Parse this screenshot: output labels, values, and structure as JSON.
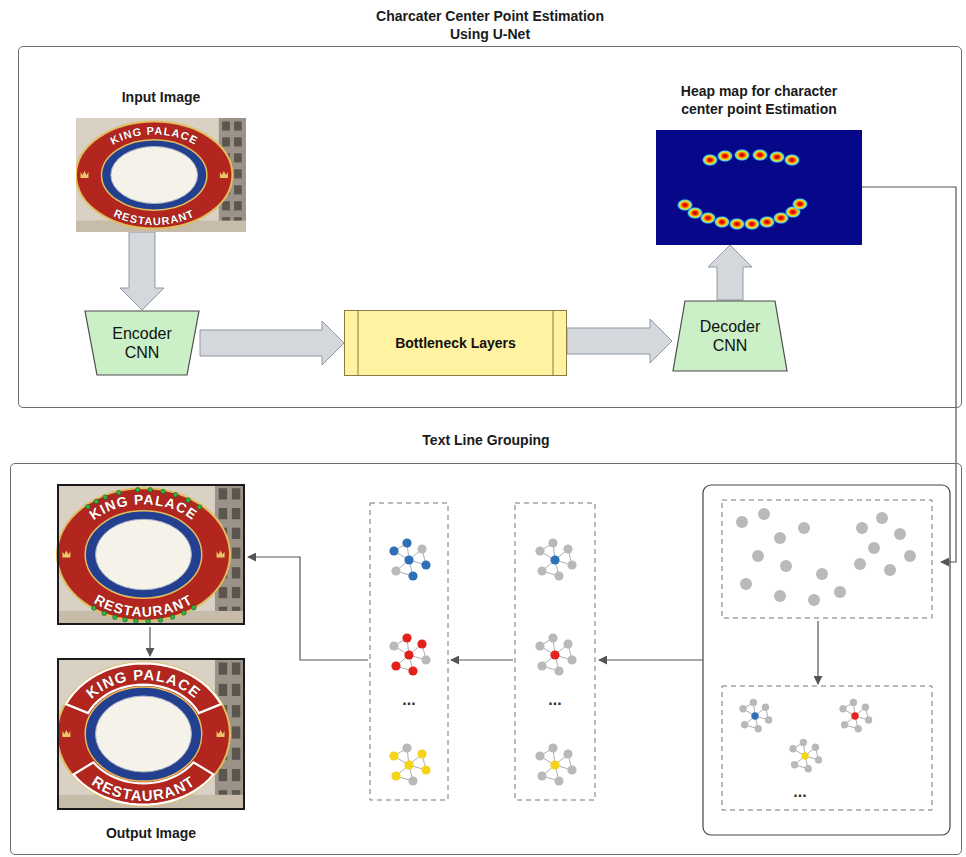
{
  "diagram": {
    "nodes": [
      {
        "text": [
          "Charcater Center Point Estimation Using U-Net"
        ]
      },
      {
        "text": [
          "Input Image"
        ],
        "in": 0
      },
      {
        "text": [
          "Encoder CNN"
        ],
        "in": 0
      },
      {
        "text": [
          "Bottleneck Layers"
        ],
        "in": 0
      },
      {
        "text": [
          "Decoder CNN"
        ],
        "in": 0
      },
      {
        "text": [
          "Heap map for character center point Estimation"
        ],
        "in": 0
      },
      {
        "text": [
          "Text Line Grouping"
        ]
      },
      {
        "text": [
          "Output Image"
        ],
        "in": 6
      }
    ],
    "edges": [
      {
        "from": 1,
        "to": 2,
        "arrow": "to"
      },
      {
        "from": 2,
        "to": 3,
        "arrow": "to"
      },
      {
        "from": 3,
        "to": 4,
        "arrow": "to"
      },
      {
        "from": 4,
        "to": 5,
        "arrow": "to"
      }
    ],
    "labels": [
      "KING PALACE",
      "RESTAURANT",
      "...",
      "...",
      "...",
      "KING PALACE",
      "RESTAURANT",
      "KING PALACE",
      "RESTAURANT"
    ]
  }
}
